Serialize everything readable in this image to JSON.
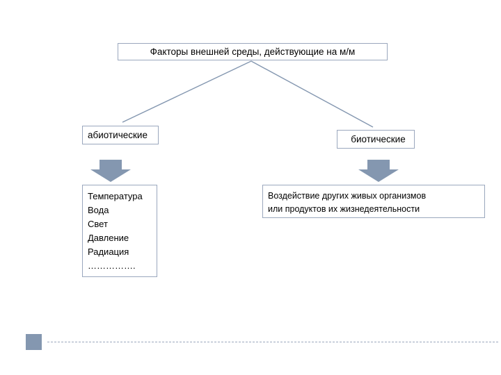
{
  "slide": {
    "title_box": {
      "text": "Факторы внешней среды, действующие на м/м"
    },
    "branches": [
      {
        "label": "абиотические",
        "detail": "Температура\nВода\nСвет\nДавление\nРадиация\n……………."
      },
      {
        "label": "биотические",
        "detail": "Воздействие других  живых организмов\nили продуктов их жизнедеятельности"
      }
    ],
    "colors": {
      "box_border": "#9aa7bd",
      "arrow_fill": "#8497b0",
      "connector_line": "#8497b0",
      "footer_square": "#8497b0",
      "footer_rule": "#9aa7bd"
    },
    "icons": {
      "left_arrow": "down-arrow-icon",
      "right_arrow": "down-arrow-icon",
      "footer_marker": "square-marker-icon"
    }
  }
}
